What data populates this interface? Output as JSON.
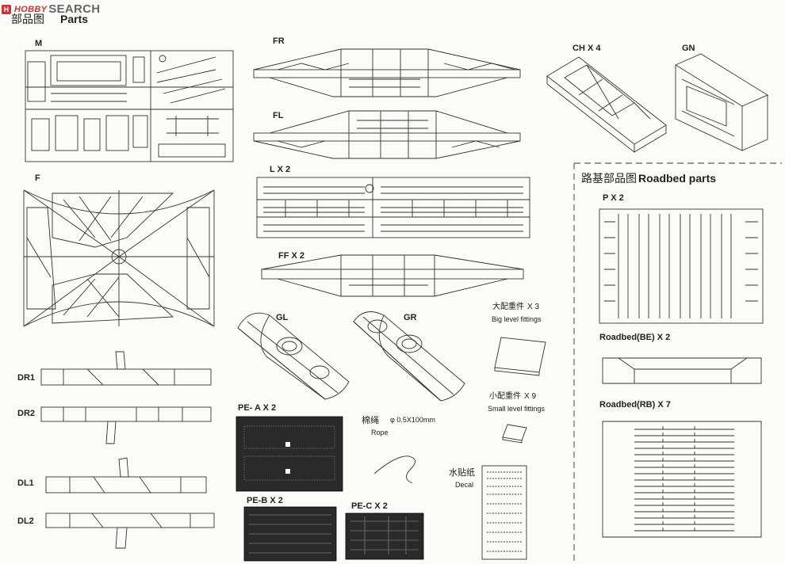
{
  "watermark": {
    "text_a": "HOBBY",
    "text_b": "SEARCH"
  },
  "header": {
    "title_cn": "部品图",
    "title_en": "Parts"
  },
  "roadbed_section": {
    "title_cn": "路基部品图",
    "title_en": "Roadbed parts"
  },
  "parts": {
    "m": "M",
    "fr": "FR",
    "fl": "FL",
    "chx4": "CH X 4",
    "gn": "GN",
    "lx2": "L X 2",
    "f": "F",
    "ffx2": "FF X 2",
    "gl": "GL",
    "gr": "GR",
    "dr1": "DR1",
    "dr2": "DR2",
    "dl1": "DL1",
    "dl2": "DL2",
    "pea": "PE- A X 2",
    "peb": "PE-B X 2",
    "pec": "PE-C X 2",
    "px2": "P X 2",
    "be": "Roadbed(BE)  X 2",
    "rb": "Roadbed(RB)  X 7"
  },
  "fittings": {
    "big_cn": "大配重件",
    "big_qty": "X 3",
    "big_en": "Big level fittings",
    "small_cn": "小配重件",
    "small_qty": "X 9",
    "small_en": "Small level fittings",
    "rope_cn": "棉绳",
    "rope_spec": "φ 0.5X100mm",
    "rope_en": "Rope",
    "decal_cn": "水贴纸",
    "decal_en": "Decal"
  },
  "icons": [
    "truss-bridge-sprue",
    "pier-base",
    "cylinder-part",
    "photo-etch-sheet",
    "rope-coil",
    "decal-sheet"
  ],
  "colors": {
    "line": "#333333",
    "paper": "#fbfbf9",
    "etch": "#2a2a2a"
  }
}
